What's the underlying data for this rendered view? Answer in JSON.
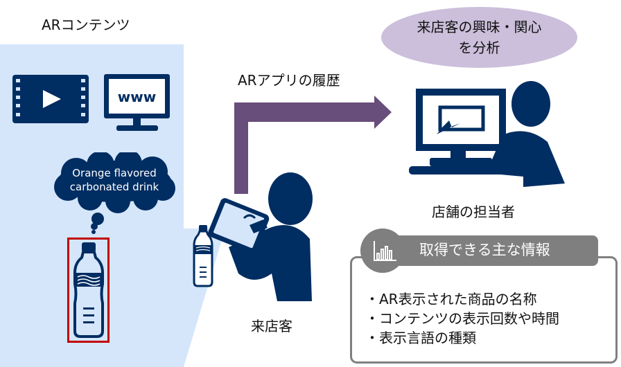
{
  "colors": {
    "navy": "#002d62",
    "panel_bg": "#d5e6fb",
    "arrow": "#684e7b",
    "ellipse": "#cbbfdb",
    "gray": "#7f7f7f",
    "highlight_border": "#c00000"
  },
  "ar_contents": {
    "title": "ARコンテンツ",
    "icons": [
      "video-icon",
      "www-monitor-icon"
    ],
    "cloud_text_line1": "Orange flavored",
    "cloud_text_line2": "carbonated drink",
    "www_text": "www"
  },
  "flow": {
    "arrow_label": "ARアプリの履歴"
  },
  "customer": {
    "label": "来店客"
  },
  "analysis": {
    "line1": "来店客の興味・関心",
    "line2": "を分析"
  },
  "staff": {
    "label": "店舗の担当者"
  },
  "info_box": {
    "title": "取得できる主な情報",
    "items": [
      "・AR表示された商品の名称",
      "・コンテンツの表示回数や時間",
      "・表示言語の種類"
    ]
  }
}
